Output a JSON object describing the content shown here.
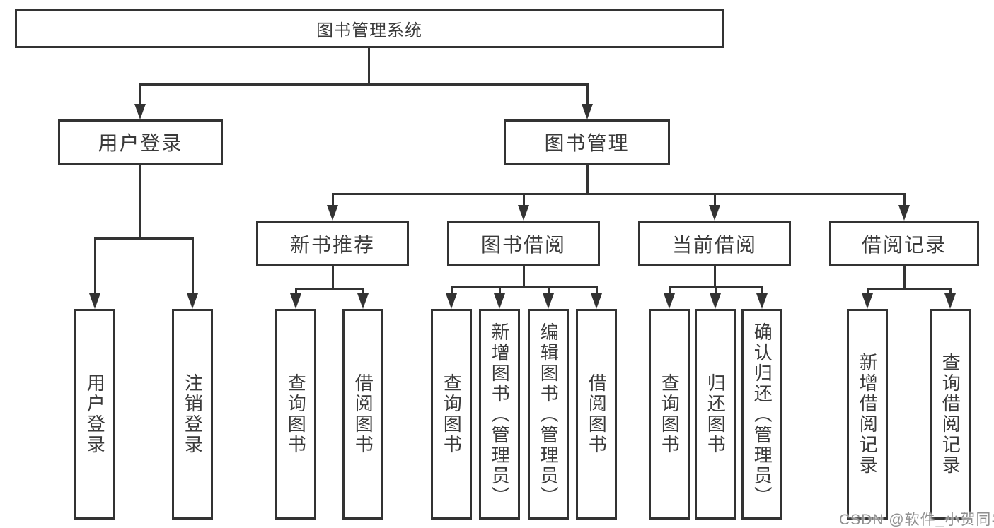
{
  "colors": {
    "line": "#333333",
    "box_fill": "#ffffff",
    "text": "#3a3a3a",
    "watermark": "#8f8f8f",
    "background": "#ffffff"
  },
  "watermark": {
    "text": "CSDN @软件_小贺同学"
  },
  "tree": {
    "label": "图书管理系统",
    "children": [
      {
        "label": "用户登录",
        "children": [
          {
            "label": "用户登录"
          },
          {
            "label": "注销登录"
          }
        ]
      },
      {
        "label": "图书管理",
        "children": [
          {
            "label": "新书推荐",
            "children": [
              {
                "label": "查询图书"
              },
              {
                "label": "借阅图书"
              }
            ]
          },
          {
            "label": "图书借阅",
            "children": [
              {
                "label": "查询图书"
              },
              {
                "label": "新增图书（管理员）"
              },
              {
                "label": "编辑图书（管理员）"
              },
              {
                "label": "借阅图书"
              }
            ]
          },
          {
            "label": "当前借阅",
            "children": [
              {
                "label": "查询图书"
              },
              {
                "label": "归还图书"
              },
              {
                "label": "确认归还（管理员）"
              }
            ]
          },
          {
            "label": "借阅记录",
            "children": [
              {
                "label": "新增借阅记录"
              },
              {
                "label": "查询借阅记录"
              }
            ]
          }
        ]
      }
    ]
  }
}
